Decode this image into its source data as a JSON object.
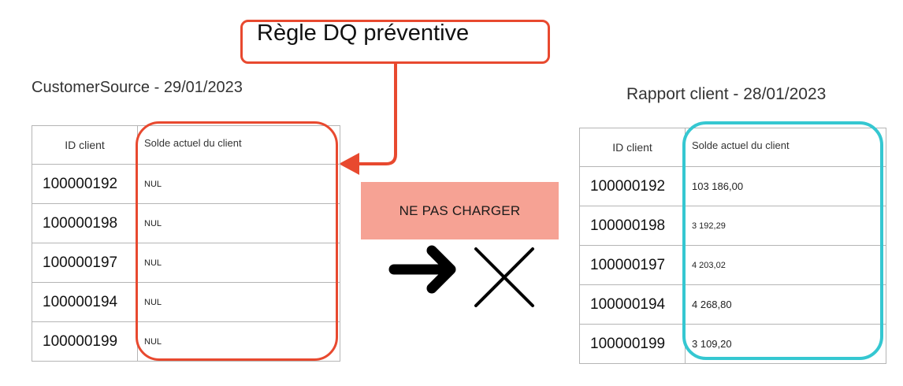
{
  "rule": {
    "title": "Règle DQ préventive"
  },
  "source": {
    "title": "CustomerSource - 29/01/2023",
    "headers": [
      "ID client",
      "Solde actuel du client"
    ],
    "rows": [
      [
        "100000192",
        "NUL"
      ],
      [
        "100000198",
        "NUL"
      ],
      [
        "100000197",
        "NUL"
      ],
      [
        "100000194",
        "NUL"
      ],
      [
        "100000199",
        "NUL"
      ]
    ]
  },
  "report": {
    "title": "Rapport client - 28/01/2023",
    "headers": [
      "ID client",
      "Solde actuel du client"
    ],
    "rows": [
      [
        "100000192",
        "103 186,00"
      ],
      [
        "100000198",
        "3 192,29"
      ],
      [
        "100000197",
        "4 203,02"
      ],
      [
        "100000194",
        "4 268,80"
      ],
      [
        "100000199",
        "3 109,20"
      ]
    ]
  },
  "action": {
    "label": "NE PAS CHARGER"
  },
  "colors": {
    "rule_outline": "#e8492f",
    "source_highlight": "#e8492f",
    "report_highlight": "#35c7d1",
    "banner_fill": "#f6a294"
  },
  "icons": [
    "right-arrow-icon",
    "cross-icon"
  ]
}
